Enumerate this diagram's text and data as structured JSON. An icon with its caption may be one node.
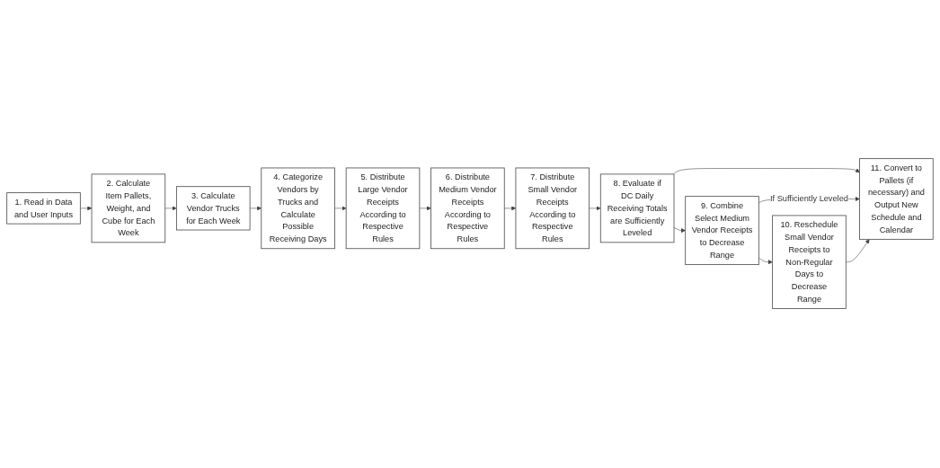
{
  "diagram": {
    "nodes": [
      {
        "text": [
          "1. Read in Data and User Inputs"
        ]
      },
      {
        "text": [
          "2. Calculate Item Pallets, Weight, and Cube for Each Week"
        ]
      },
      {
        "text": [
          "3. Calculate Vendor Trucks for Each Week"
        ]
      },
      {
        "text": [
          "4. Categorize Vendors by Trucks and Calculate Possible Receiving Days"
        ]
      },
      {
        "text": [
          "5. Distribute Large Vendor Receipts According to Respective Rules"
        ]
      },
      {
        "text": [
          "6. Distribute Medium Vendor Receipts According to Respective Rules"
        ]
      },
      {
        "text": [
          "7. Distribute Small Vendor Receipts According to Respective Rules"
        ]
      },
      {
        "text": [
          "8. Evaluate if DC Daily Receiving Totals are Sufficiently Leveled"
        ]
      },
      {
        "text": [
          "9. Combine Select Medium Vendor Receipts to Decrease Range"
        ]
      },
      {
        "text": [
          "10. Reschedule Small Vendor Receipts to Non-Regular Days to Decrease Range"
        ]
      },
      {
        "text": [
          "11. Convert to Pallets (if necessary) and Output New Schedule and Calendar"
        ]
      }
    ],
    "edges": [
      {
        "from": 0,
        "to": 1,
        "arrow": "to"
      },
      {
        "from": 1,
        "to": 2,
        "arrow": "to"
      },
      {
        "from": 2,
        "to": 3,
        "arrow": "to"
      },
      {
        "from": 3,
        "to": 4,
        "arrow": "to"
      },
      {
        "from": 4,
        "to": 5,
        "arrow": "to"
      },
      {
        "from": 5,
        "to": 6,
        "arrow": "to"
      },
      {
        "from": 6,
        "to": 7,
        "arrow": "to"
      },
      {
        "from": 7,
        "to": 8,
        "arrow": "to"
      },
      {
        "from": 8,
        "to": 9,
        "arrow": "to"
      },
      {
        "from": 7,
        "to": 10,
        "arrow": "to"
      },
      {
        "from": 8,
        "to": 10,
        "arrow": "to",
        "label": "If Sufficiently Leveled"
      },
      {
        "from": 9,
        "to": 10,
        "arrow": "to"
      }
    ]
  }
}
